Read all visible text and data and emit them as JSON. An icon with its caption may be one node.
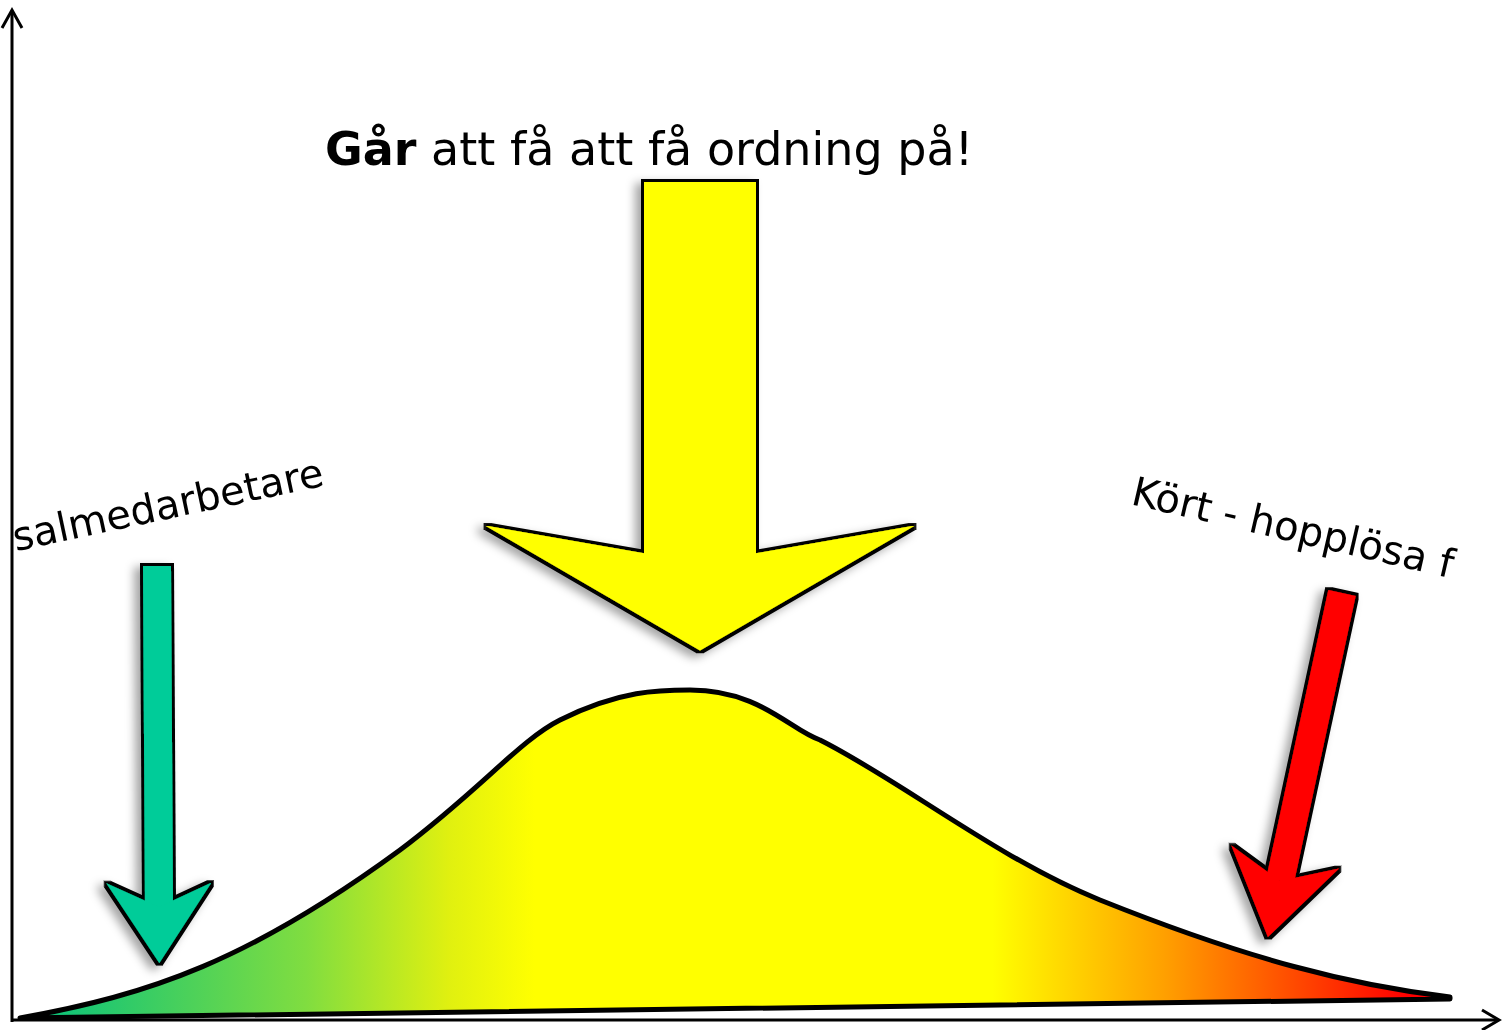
{
  "diagram": {
    "nodes": [
      {
        "text": [
          "**Går** att få att få ordning på!"
        ]
      },
      {
        "text": [
          "salmedarbetare"
        ]
      },
      {
        "text": [
          "Kört - hopplösa f"
        ]
      },
      {
        "text": [],
        "shape": "curve"
      }
    ],
    "edges": [
      {
        "from": 1,
        "to": 3,
        "arrow": "to",
        "color": "#00cc99"
      },
      {
        "from": 0,
        "to": 3,
        "arrow": "to",
        "style": "thick",
        "color": "#ffff00"
      },
      {
        "from": 2,
        "to": 3,
        "arrow": "to",
        "color": "#ff0000"
      }
    ]
  }
}
